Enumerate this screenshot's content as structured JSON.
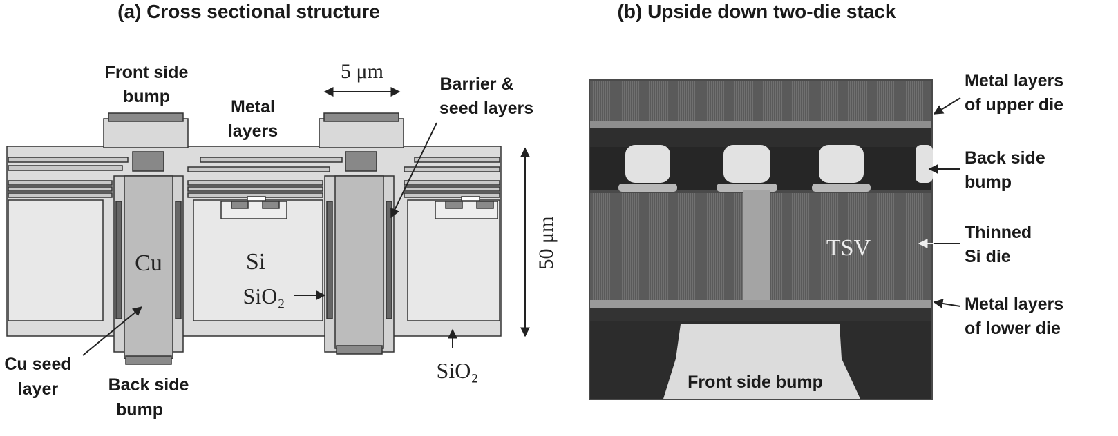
{
  "panel_a": {
    "title": "(a) Cross sectional structure",
    "labels": {
      "front_bump_1": "Front side",
      "front_bump_2": "bump",
      "metal_1": "Metal",
      "metal_2": "layers",
      "width_dim": "5 μm",
      "barrier_1": "Barrier &",
      "barrier_2": "seed layers",
      "cu": "Cu",
      "si": "Si",
      "sio2_inner": "SiO₂",
      "height_dim": "50 μm",
      "cu_seed_1": "Cu seed",
      "cu_seed_2": "layer",
      "back_bump_1": "Back side",
      "back_bump_2": "bump",
      "sio2_bottom": "SiO₂"
    }
  },
  "panel_b": {
    "title": "(b) Upside down two-die stack",
    "labels": {
      "metal_upper_1": "Metal layers",
      "metal_upper_2": "of upper die",
      "back_bump_1": "Back side",
      "back_bump_2": "bump",
      "thinned_1": "Thinned",
      "thinned_2": "Si die",
      "tsv": "TSV",
      "metal_lower_1": "Metal layers",
      "metal_lower_2": "of lower die",
      "front_bump": "Front side bump"
    }
  },
  "colors": {
    "diagram_fill": "#d9d9d9",
    "diagram_stroke": "#333333",
    "via_fill": "#b5b5b5",
    "pad_fill": "#8a8a8a",
    "sem_dark": "#3a3a3a",
    "sem_mid": "#6a6a6a",
    "sem_light": "#d8d8d8"
  }
}
